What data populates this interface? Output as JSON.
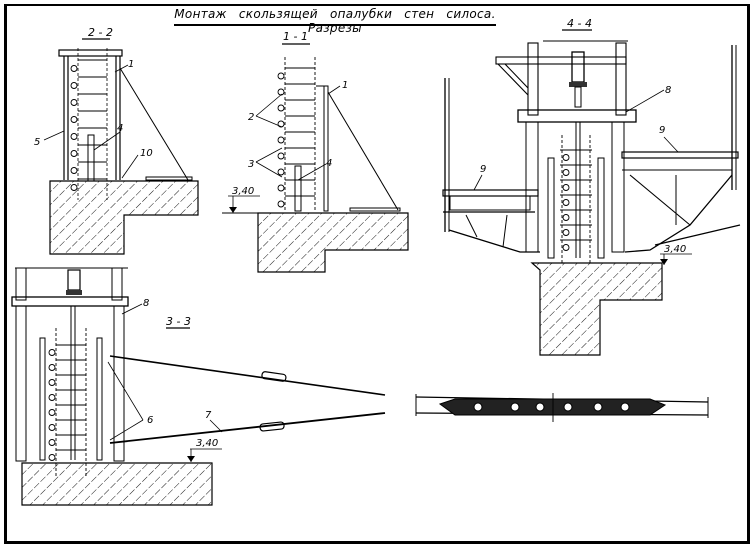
{
  "title": "Монтаж скользящей опалубки стен силоса. Разрезы",
  "colors": {
    "ink": "#000000",
    "paper": "#ffffff"
  },
  "sections": [
    {
      "id": "2-2",
      "label": "2 - 2",
      "callouts": [
        "1",
        "5",
        "4",
        "10"
      ]
    },
    {
      "id": "1-1",
      "label": "1 - 1",
      "callouts": [
        "1",
        "2",
        "3",
        "4"
      ],
      "elevation": "3,40"
    },
    {
      "id": "4-4",
      "label": "4 - 4",
      "callouts": [
        "8",
        "9",
        "9"
      ],
      "elevation": "3,40"
    },
    {
      "id": "3-3",
      "label": "3 - 3",
      "callouts": [
        "8",
        "6",
        "7"
      ],
      "elevation": "3,40"
    },
    {
      "id": "plan",
      "label": "",
      "callouts": []
    }
  ],
  "labels": {
    "s22": {
      "title": "2 - 2",
      "c1": "1",
      "c5": "5",
      "c4": "4",
      "c10": "10"
    },
    "s11": {
      "title": "1 - 1",
      "c1": "1",
      "c2": "2",
      "c3": "3",
      "c4": "4",
      "elev": "3,40"
    },
    "s44": {
      "title": "4 - 4",
      "c8": "8",
      "c9a": "9",
      "c9b": "9",
      "elev": "3,40"
    },
    "s33": {
      "title": "3 - 3",
      "c8": "8",
      "c6": "6",
      "c7": "7",
      "elev": "3,40"
    }
  }
}
